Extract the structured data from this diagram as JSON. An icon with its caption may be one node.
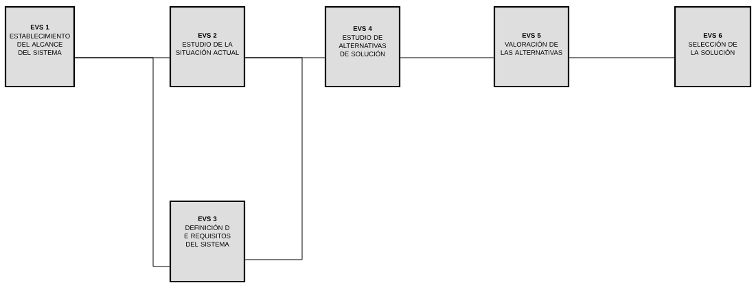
{
  "diagram": {
    "nodes": [
      {
        "text": [
          "EVS 1",
          "ESTABLECIMIENTO DEL ALCANCE DEL SISTEMA"
        ]
      },
      {
        "text": [
          "EVS 2",
          "ESTUDIO DE LA SITUACIÓN ACTUAL"
        ]
      },
      {
        "text": [
          "EVS 3",
          "DEFINICIÓN D E REQUISITOS DEL SISTEMA"
        ]
      },
      {
        "text": [
          "EVS 4",
          "ESTUDIO DE ALTERNATIVAS DE SOLUCIÓN"
        ]
      },
      {
        "text": [
          "EVS 5",
          "VALORACIÓN DE LAS ALTERNATIVAS"
        ]
      },
      {
        "text": [
          "EVS 6",
          "SELECCIÓN DE LA SOLUCIÓN"
        ]
      }
    ],
    "edges": [
      {
        "from": 0,
        "to": 1,
        "arrow": "none"
      },
      {
        "from": 0,
        "to": 2,
        "arrow": "none"
      },
      {
        "from": 1,
        "to": 2,
        "arrow": "none"
      },
      {
        "from": 1,
        "to": 3,
        "arrow": "none"
      },
      {
        "from": 3,
        "to": 4,
        "arrow": "none"
      },
      {
        "from": 4,
        "to": 5,
        "arrow": "none"
      }
    ]
  }
}
